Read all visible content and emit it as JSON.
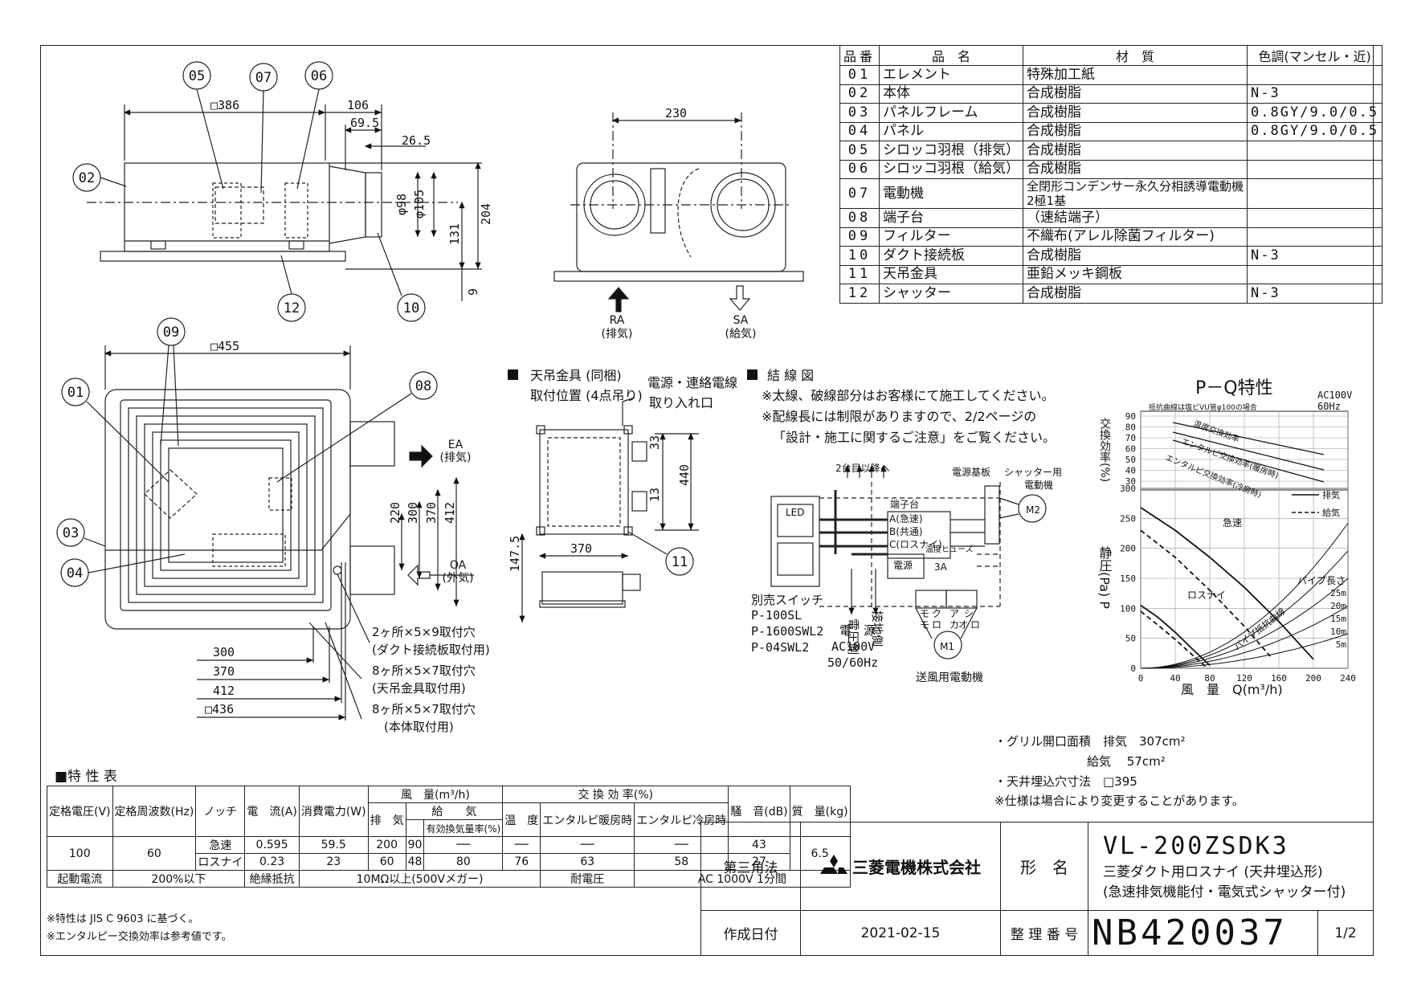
{
  "parts_table": {
    "headers": [
      "品番",
      "品　名",
      "材　質",
      "色調(マンセル・近)"
    ],
    "rows": [
      {
        "no": "01",
        "name": "エレメント",
        "material": "特殊加工紙",
        "color": ""
      },
      {
        "no": "02",
        "name": "本体",
        "material": "合成樹脂",
        "color": "N-3"
      },
      {
        "no": "03",
        "name": "パネルフレーム",
        "material": "合成樹脂",
        "color": "0.8GY/9.0/0.5"
      },
      {
        "no": "04",
        "name": "パネル",
        "material": "合成樹脂",
        "color": "0.8GY/9.0/0.5"
      },
      {
        "no": "05",
        "name": "シロッコ羽根（排気）",
        "material": "合成樹脂",
        "color": ""
      },
      {
        "no": "06",
        "name": "シロッコ羽根（給気）",
        "material": "合成樹脂",
        "color": ""
      },
      {
        "no": "07",
        "name": "電動機",
        "material": "全閉形コンデンサー永久分相誘導電動機",
        "material2": "2極1基",
        "color": ""
      },
      {
        "no": "08",
        "name": "端子台",
        "material": "（速結端子）",
        "color": ""
      },
      {
        "no": "09",
        "name": "フィルター",
        "material": "不織布(アレル除菌フィルター)",
        "color": ""
      },
      {
        "no": "10",
        "name": "ダクト接続板",
        "material": "合成樹脂",
        "color": "N-3"
      },
      {
        "no": "11",
        "name": "天吊金具",
        "material": "亜鉛メッキ鋼板",
        "color": ""
      },
      {
        "no": "12",
        "name": "シャッター",
        "material": "合成樹脂",
        "color": "N-3"
      }
    ]
  },
  "drawing_front": {
    "callouts": [
      "05",
      "07",
      "06",
      "02",
      "12",
      "10"
    ],
    "dims": [
      "□386",
      "106",
      "69.5",
      "26.5",
      "φ98",
      "φ105",
      "204",
      "131",
      "9"
    ]
  },
  "drawing_side": {
    "dims": [
      "230"
    ],
    "ra_label": "RA",
    "ra_sub": "(排気)",
    "sa_label": "SA",
    "sa_sub": "(給気)"
  },
  "drawing_plan": {
    "callouts": [
      "09",
      "01",
      "08",
      "03",
      "04"
    ],
    "dims": [
      "□455",
      "220",
      "300",
      "370",
      "412"
    ],
    "ea_label": "EA",
    "ea_sub": "(排気)",
    "oa_label": "OA",
    "oa_sub": "(外気)",
    "bottom_dims": [
      "300",
      "370",
      "412",
      "□436"
    ],
    "notes": [
      "2ヶ所×5×9取付穴",
      "(ダクト接続板取付用)",
      "8ヶ所×5×7取付穴",
      "(天吊金具取付用)",
      "8ヶ所×5×7取付穴",
      "(本体取付用)"
    ]
  },
  "hanger_section": {
    "title": "天吊金具 (同梱)",
    "title2": "取付位置 (4点吊り)",
    "power_label": "電源・連絡電線",
    "power_label2": "取り入れ口",
    "dims": [
      "33",
      "13",
      "440",
      "370",
      "147.5"
    ],
    "callout": "11"
  },
  "wiring": {
    "title": "結 線 図",
    "notes": [
      "※太線、破線部分はお客様にて施工してください。",
      "※配線長には制限がありますので、2/2ページの",
      "「設計・施工に関するご注意」をご覧ください。"
    ],
    "labels": [
      "2台目以降へ",
      "電源基板",
      "シャッター用",
      "電動機",
      "端子台",
      "A(急速)",
      "B(共通)",
      "C(ロスナイ)",
      "温度ヒューズ",
      "3A",
      "電源",
      "電圧側",
      "接地側",
      "別売スイッチ",
      "P-100SL",
      "P-1600SWL2",
      "P-04SWL2",
      "電　源",
      "AC100V",
      "50/60Hz",
      "送風用電動機",
      "M2",
      "M1",
      "LED",
      "モ",
      "ク",
      "ア",
      "シ",
      "モ",
      "ロ",
      "カ",
      "オ",
      "ア",
      "ロ"
    ]
  },
  "chart_data": {
    "type": "line",
    "title": "P－Q特性",
    "power": "AC100V",
    "freq": "60Hz",
    "top_note": "抵抗曲線は塩ビVU管φ100の場合",
    "efficiency_ylabel": "交換効率(%)",
    "efficiency_ticks": [
      90,
      80,
      70,
      60,
      50,
      40,
      30
    ],
    "efficiency_labels": [
      "温度交換効率",
      "エンタルピ交換効率(暖房時)",
      "エンタルピ交換効率(冷房時)"
    ],
    "ylabel": "静圧(Pa) P",
    "xlabel": "風　量　Q(m³/h)",
    "xlim": [
      0,
      240
    ],
    "ylim": [
      0,
      300
    ],
    "xticks": [
      0,
      40,
      80,
      120,
      160,
      200,
      240
    ],
    "yticks": [
      0,
      50,
      100,
      150,
      200,
      250,
      300
    ],
    "legend": [
      {
        "name": "排気",
        "style": "solid"
      },
      {
        "name": "給気",
        "style": "dashed"
      }
    ],
    "series": [
      {
        "name": "急速 排気",
        "x": [
          0,
          40,
          80,
          120,
          160,
          200
        ],
        "y": [
          268,
          230,
          185,
          135,
          78,
          15
        ]
      },
      {
        "name": "急速 給気",
        "x": [
          0,
          40,
          80,
          120,
          150
        ],
        "y": [
          230,
          185,
          130,
          70,
          20
        ]
      },
      {
        "name": "ロスナイ 排気",
        "x": [
          0,
          20,
          40,
          60,
          80
        ],
        "y": [
          105,
          85,
          60,
          32,
          5
        ]
      },
      {
        "name": "ロスナイ 給気",
        "x": [
          0,
          20,
          40,
          60,
          75
        ],
        "y": [
          95,
          72,
          48,
          22,
          3
        ]
      }
    ],
    "pipe_curves_label": "パイプ抵抗曲線",
    "pipe_length_label": "パイプ長さ",
    "pipe_lengths": [
      "25m",
      "20m",
      "15m",
      "10m",
      "5m"
    ],
    "curve_labels": [
      "急速",
      "ロスナイ"
    ]
  },
  "grille_notes": {
    "line1": "・グリル開口面積　排気　307cm²",
    "line2": "給気　 57cm²",
    "line3": "・天井埋込穴寸法　□395",
    "line4": "※仕様は場合により変更することがあります。"
  },
  "spec_table": {
    "title": "■特 性 表",
    "headers": {
      "voltage": "定格電圧(V)",
      "freq": "定格周波数(Hz)",
      "notch": "ノッチ",
      "current": "電　流(A)",
      "power": "消費電力(W)",
      "airflow": "風　量(m³/h)",
      "exhaust": "排　気",
      "supply": "給　　気",
      "effective": "有効換気量率(%)",
      "efficiency": "交 換 効 率(%)",
      "temp": "温　度",
      "ent_heat": "エンタルピ暖房時",
      "ent_cool": "エンタルピ冷房時",
      "noise": "騒　音(dB)",
      "mass": "質　量(kg)"
    },
    "rows": [
      {
        "voltage": "100",
        "freq": "60",
        "notch": "急速",
        "current": "0.595",
        "power": "59.5",
        "exhaust": "200",
        "supply": "90",
        "effective": "──",
        "temp": "──",
        "ent_heat": "──",
        "ent_cool": "──",
        "noise": "43",
        "mass": "6.5"
      },
      {
        "notch": "ロスナイ",
        "current": "0.23",
        "power": "23",
        "exhaust": "60",
        "supply": "48",
        "effective": "80",
        "temp": "76",
        "ent_heat": "63",
        "ent_cool": "58",
        "noise": "27"
      }
    ],
    "startup_label": "起動電流",
    "startup_value": "200%以下",
    "insulation_label": "絶縁抵抗",
    "insulation_value": "10MΩ以上(500Vメガー)",
    "withstand_label": "耐電圧",
    "withstand_value": "AC 1000V 1分間",
    "footnotes": [
      "※特性は JIS C 9603 に基づく。",
      "※エンタルピー交換効率は参考値です。"
    ]
  },
  "title_block": {
    "projection": "第三角法",
    "company": "三菱電機株式会社",
    "model_label": "形　名",
    "model": "VL-200ZSDK3",
    "description1": "三菱ダクト用ロスナイ (天井埋込形)",
    "description2": "(急速排気機能付・電気式シャッター付)",
    "date_label": "作成日付",
    "date": "2021-02-15",
    "doc_label": "整 理 番 号",
    "doc_no": "NB420037",
    "page": "1/2"
  }
}
